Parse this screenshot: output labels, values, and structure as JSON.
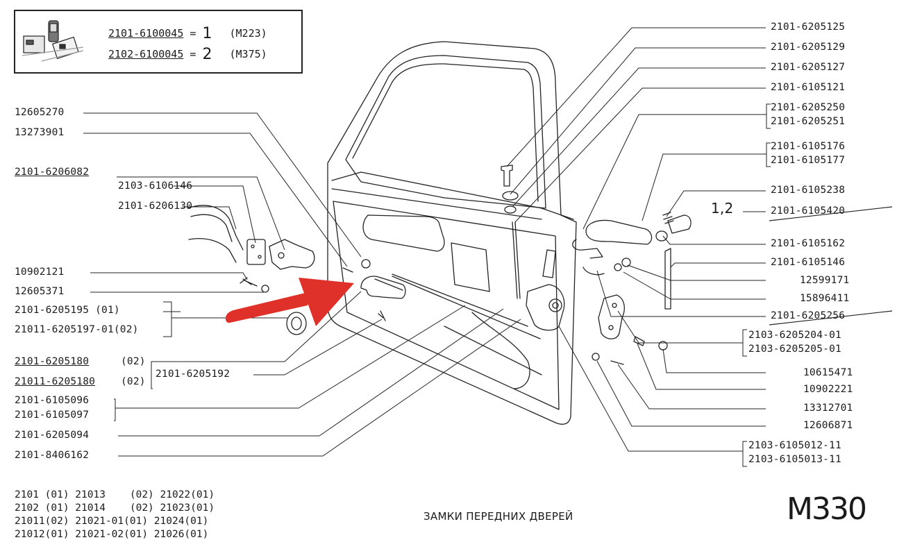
{
  "legend": {
    "row1": {
      "part": "2101-6100045",
      "eq": "=",
      "num": "1",
      "ref": "(M223)"
    },
    "row2": {
      "part": "2102-6100045",
      "eq": "=",
      "num": "2",
      "ref": "(M375)"
    }
  },
  "labels_left": [
    "12605270",
    "13273901",
    "2101-6206082",
    "2103-6106146",
    "2101-6206130",
    "10902121",
    "12605371",
    "2101-6205195 (01)",
    "21011-6205197-01(02)",
    "2101-6205180",
    "(02)",
    "21011-6205180",
    "(02)",
    "2101-6205192",
    "2101-6105096",
    "2101-6105097",
    "2101-6205094",
    "2101-8406162"
  ],
  "labels_right": [
    "2101-6205125",
    "2101-6205129",
    "2101-6205127",
    "2101-6105121",
    "2101-6205250",
    "2101-6205251",
    "2101-6105176",
    "2101-6105177",
    "2101-6105238",
    "2101-6105420",
    "2101-6105162",
    "2101-6105146",
    "12599171",
    "15896411",
    "2101-6205256",
    "2103-6205204-01",
    "2103-6205205-01",
    "10615471",
    "10902221",
    "13312701",
    "12606871",
    "2103-6105012-11",
    "2103-6105013-11"
  ],
  "variant_mark": "1,2",
  "applicability": [
    "2101 (01) 21013    (02) 21022(01)",
    "2102 (01) 21014    (02) 21023(01)",
    "21011(02) 21021-01(01) 21024(01)",
    "21012(01) 21021-02(01) 21026(01)"
  ],
  "title": "ЗАМКИ ПЕРЕДНИХ ДВЕРЕЙ",
  "page_code": "M330",
  "colors": {
    "ink": "#1a1a1a",
    "arrow": "#e0302a",
    "paper": "#ffffff"
  }
}
